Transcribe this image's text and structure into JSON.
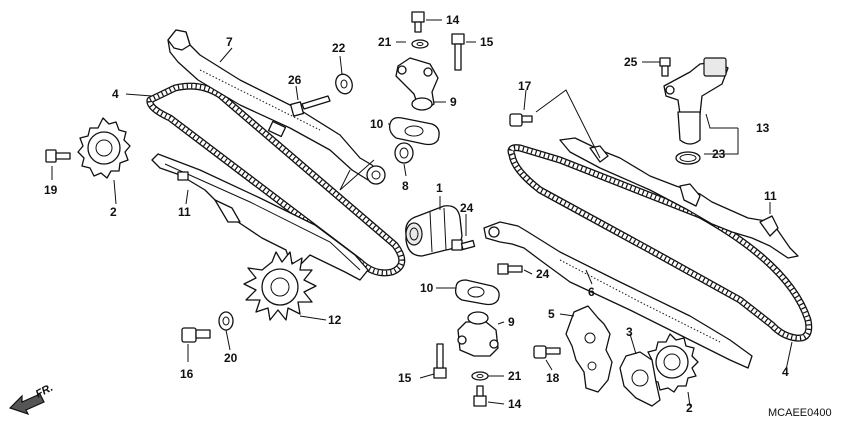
{
  "diagram": {
    "code": "MCAEE0400",
    "direction_label": "FR.",
    "callouts": [
      {
        "id": "c14a",
        "label": "14"
      },
      {
        "id": "c21a",
        "label": "21"
      },
      {
        "id": "c15a",
        "label": "15"
      },
      {
        "id": "c7",
        "label": "7"
      },
      {
        "id": "c22",
        "label": "22"
      },
      {
        "id": "c26",
        "label": "26"
      },
      {
        "id": "c9a",
        "label": "9"
      },
      {
        "id": "c10a",
        "label": "10"
      },
      {
        "id": "c8",
        "label": "8"
      },
      {
        "id": "c4a",
        "label": "4"
      },
      {
        "id": "c19",
        "label": "19"
      },
      {
        "id": "c2a",
        "label": "2"
      },
      {
        "id": "c11a",
        "label": "11"
      },
      {
        "id": "c1",
        "label": "1"
      },
      {
        "id": "c24a",
        "label": "24"
      },
      {
        "id": "c24b",
        "label": "24"
      },
      {
        "id": "c17",
        "label": "17"
      },
      {
        "id": "c25",
        "label": "25"
      },
      {
        "id": "c13",
        "label": "13"
      },
      {
        "id": "c23",
        "label": "23"
      },
      {
        "id": "c11b",
        "label": "11"
      },
      {
        "id": "c6",
        "label": "6"
      },
      {
        "id": "c10b",
        "label": "10"
      },
      {
        "id": "c9b",
        "label": "9"
      },
      {
        "id": "c5",
        "label": "5"
      },
      {
        "id": "c3",
        "label": "3"
      },
      {
        "id": "c12",
        "label": "12"
      },
      {
        "id": "c16",
        "label": "16"
      },
      {
        "id": "c20",
        "label": "20"
      },
      {
        "id": "c18",
        "label": "18"
      },
      {
        "id": "c15b",
        "label": "15"
      },
      {
        "id": "c21b",
        "label": "21"
      },
      {
        "id": "c14b",
        "label": "14"
      },
      {
        "id": "c2b",
        "label": "2"
      },
      {
        "id": "c4b",
        "label": "4"
      }
    ]
  }
}
